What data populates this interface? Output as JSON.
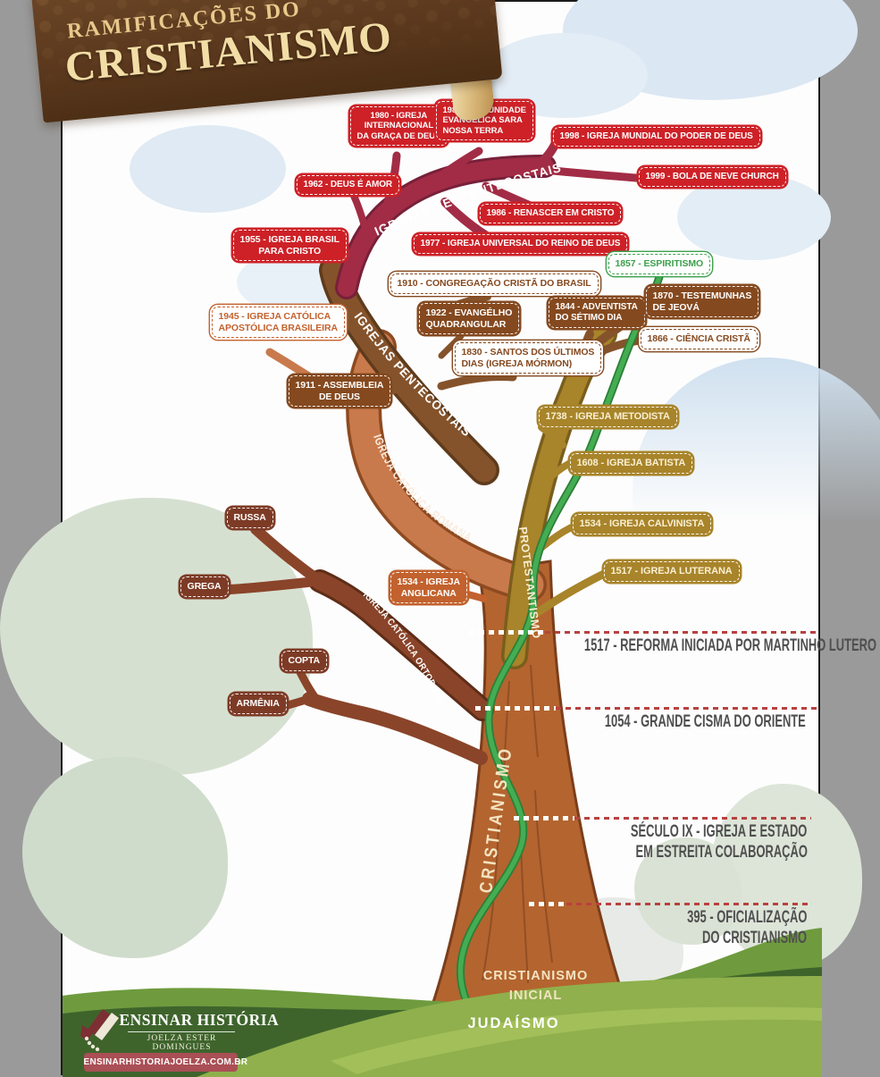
{
  "title": {
    "kicker": "RAMIFICAÇÕES DO",
    "main": "CRISTIANISMO"
  },
  "tree": {
    "trunk_label": "CRISTIANISMO",
    "trunk_base_label": "CRISTIANISMO\nINICIAL",
    "root_label": "JUDAÍSMO",
    "branch_labels": {
      "neopentecostais": "IGREJAS NEOPENTECOSTAIS",
      "pentecostais": "IGREJAS PENTECOSTAIS",
      "catolica_romana": "IGREJA CATÓLICA ROMANA",
      "protestantismo": "PROTESTANTISMO",
      "catolica_ortodoxa": "IGREJA CATÓLICA ORTODOXA"
    }
  },
  "labels": {
    "l1980": {
      "text": "1980 - IGREJA\nINTERNACIONAL\nDA GRAÇA DE DEUS"
    },
    "l1982": {
      "text": "1982 - COMUNIDADE\nEVANGÉLICA SARA\nNOSSA TERRA"
    },
    "l1998": {
      "text": "1998 - IGREJA MUNDIAL DO PODER DE DEUS"
    },
    "l1999": {
      "text": "1999 - BOLA DE NEVE CHURCH"
    },
    "l1962": {
      "text": "1962 - DEUS É AMOR"
    },
    "l1986": {
      "text": "1986 - RENASCER EM CRISTO"
    },
    "l1955": {
      "text": "1955 - IGREJA BRASIL\nPARA CRISTO"
    },
    "l1977": {
      "text": "1977 - IGREJA UNIVERSAL DO REINO DE DEUS"
    },
    "l1857": {
      "text": "1857 - ESPIRITISMO"
    },
    "l1910": {
      "text": "1910 - CONGREGAÇÃO CRISTÃ DO BRASIL"
    },
    "l1922": {
      "text": "1922 - EVANGÉLHO\nQUADRANGULAR"
    },
    "l1844": {
      "text": "1844 - ADVENTISTA\nDO SÉTIMO DIA"
    },
    "l1870": {
      "text": "1870 - TESTEMUNHAS\nDE JEOVÁ"
    },
    "l1866": {
      "text": "1866 - CIÊNCIA CRISTÃ"
    },
    "l1830": {
      "text": "1830 - SANTOS DOS ÚLTIMOS\nDIAS (IGREJA MÓRMON)"
    },
    "l1911": {
      "text": "1911 - ASSEMBLEIA\nDE DEUS"
    },
    "l1945": {
      "text": "1945 - IGREJA CATÓLICA\nAPOSTÓLICA BRASILEIRA"
    },
    "anglicana": {
      "text": "1534 - IGREJA\nANGLICANA"
    },
    "l1738": {
      "text": "1738 - IGREJA METODISTA"
    },
    "l1608": {
      "text": "1608 - IGREJA BATISTA"
    },
    "l1534": {
      "text": "1534 - IGREJA CALVINISTA"
    },
    "l1517": {
      "text": "1517 - IGREJA LUTERANA"
    },
    "russa": {
      "text": "RUSSA"
    },
    "grega": {
      "text": "GREGA"
    },
    "copta": {
      "text": "COPTA"
    },
    "armenia": {
      "text": "ARMÊNIA"
    }
  },
  "timeline": [
    {
      "text": "1517 - REFORMA INICIADA POR MARTINHO LUTERO"
    },
    {
      "text": "1054 - GRANDE CISMA DO ORIENTE"
    },
    {
      "line1": "SÉCULO IX - IGREJA E ESTADO",
      "line2": "EM ESTREITA COLABORAÇÃO"
    },
    {
      "line1": "395 - OFICIALIZAÇÃO",
      "line2": "DO CRISTIANISMO"
    }
  ],
  "footer": {
    "brand": "ENSINAR HISTÓRIA",
    "author": "JOELZA ESTER DOMINGUES",
    "website": "ENSINARHISTORIAJOELZA.COM.BR"
  },
  "colors": {
    "red": "#cd2127",
    "crimson": "#a22c45",
    "brown": "#85491f",
    "olive": "#a8842a",
    "orange": "#c2622e",
    "salmon": "#c97a4c",
    "orthodox_brown": "#8a4429",
    "green": "#3ba14b",
    "trunk": "#b4642f",
    "sky": "#dbe7f3",
    "grass_dark": "#3e642c",
    "grass_mid": "#6f9b3e",
    "grass_light": "#8fb04c",
    "banner_brown": "#5a381d",
    "maroon_bar": "#a94f55"
  }
}
